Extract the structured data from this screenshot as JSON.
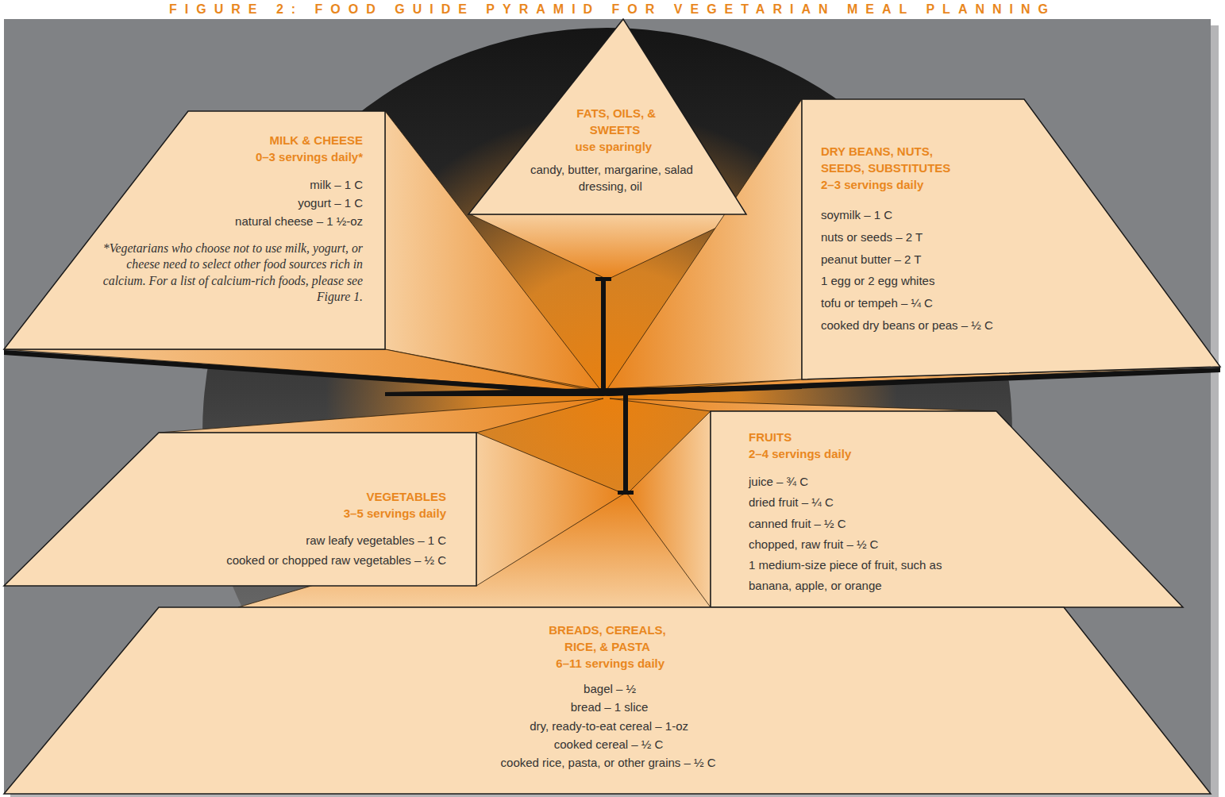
{
  "diagram": {
    "title": "FIGURE 2: FOOD GUIDE PYRAMID FOR VEGETARIAN MEAL PLANNING",
    "nodes": [
      {
        "text": [
          "FATS, OILS, & SWEETS",
          "use sparingly",
          "candy, butter, margarine, salad dressing, oil"
        ]
      },
      {
        "text": [
          "MILK & CHEESE",
          "0–3 servings daily*",
          "milk – 1 C",
          "yogurt – 1 C",
          "natural cheese – 1 ½-oz",
          "*Vegetarians who choose not to use milk, yogurt, or cheese need to select other food sources rich in calcium. For a list of calcium-rich foods, please see Figure 1."
        ]
      },
      {
        "text": [
          "DRY BEANS, NUTS, SEEDS, SUBSTITUTES",
          "2–3 servings daily",
          "soymilk – 1 C",
          "nuts or seeds – 2 T",
          "peanut butter – 2 T",
          "1 egg or 2 egg whites",
          "tofu or tempeh – ¼ C",
          "cooked dry beans or peas – ½ C"
        ]
      },
      {
        "text": [
          "VEGETABLES",
          "3–5 servings daily",
          "raw leafy vegetables – 1 C",
          "cooked or chopped raw vegetables – ½ C"
        ]
      },
      {
        "text": [
          "FRUITS",
          "2–4 servings daily",
          "juice – ¾ C",
          "dried fruit – ¼ C",
          "canned fruit – ½ C",
          "chopped, raw fruit – ½ C",
          "1 medium-size piece of fruit, such as banana, apple, or orange"
        ]
      },
      {
        "text": [
          "BREADS, CEREALS, RICE, & PASTA",
          "6–11 servings daily",
          "bagel – ½",
          "bread – 1 slice",
          "dry, ready-to-eat cereal – 1-oz",
          "cooked cereal – ½ C",
          "cooked rice, pasta, or other grains – ½ C"
        ]
      }
    ]
  }
}
